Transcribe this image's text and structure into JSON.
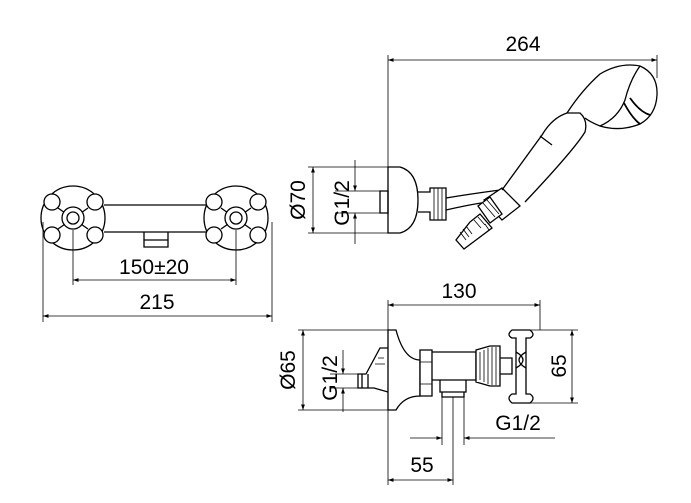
{
  "dimensions": {
    "length_215": "215",
    "centers_150": "150±20",
    "shower_length_264": "264",
    "diameter_70": "Ø70",
    "thread_top_side": "G1/2",
    "depth_130": "130",
    "diameter_65": "Ø65",
    "thread_side_view": "G1/2",
    "height_65": "65",
    "thread_outlet": "G1/2",
    "offset_55": "55"
  }
}
